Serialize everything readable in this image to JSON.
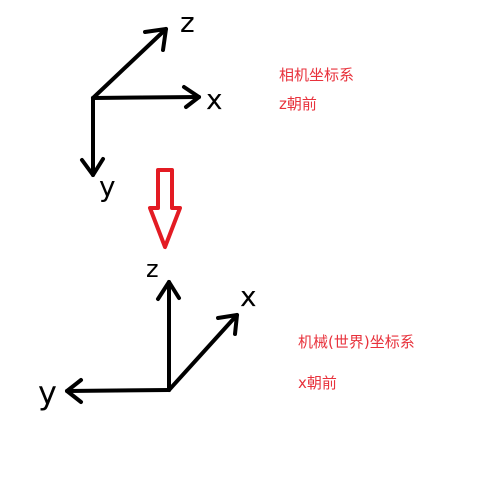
{
  "colors": {
    "stroke": "#000000",
    "caption": "#e8323c",
    "transform_arrow": "#e31b23"
  },
  "camera_frame": {
    "axes": {
      "z": "z",
      "x": "x",
      "y": "y"
    },
    "title": "相机坐标系",
    "forward": "z朝前"
  },
  "transform_arrow_icon": "down-arrow-icon",
  "mechanical_frame": {
    "axes": {
      "z": "z",
      "x": "x",
      "y": "y"
    },
    "title": "机械(世界)坐标系",
    "forward": "x朝前"
  }
}
